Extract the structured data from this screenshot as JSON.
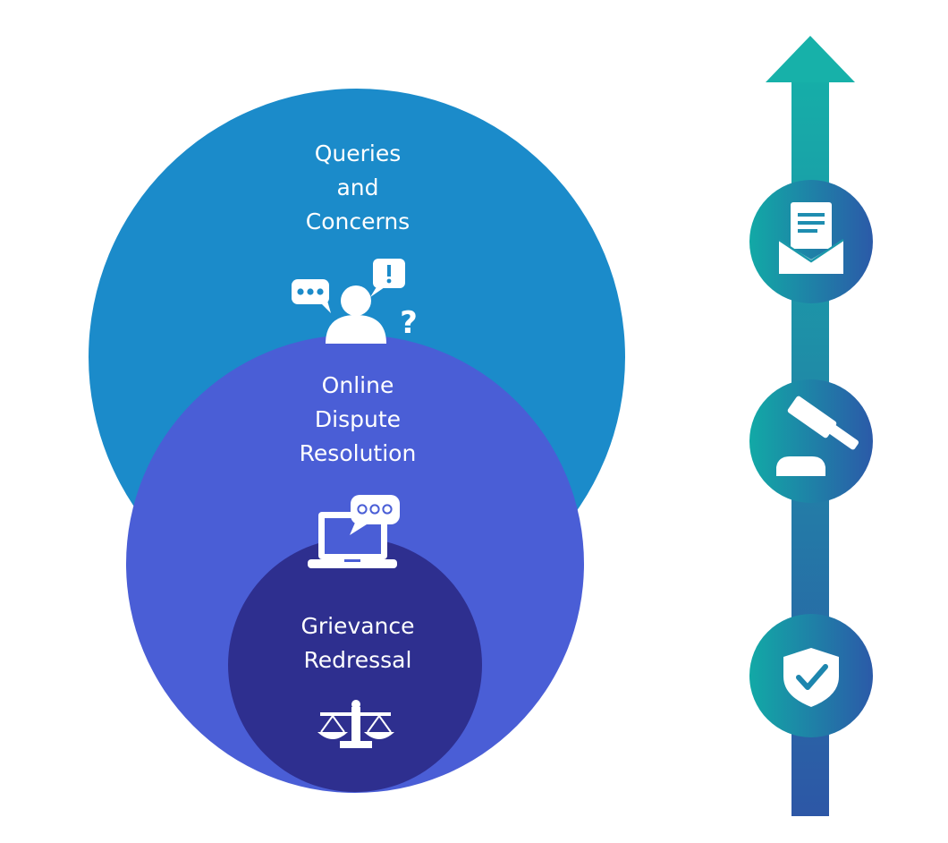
{
  "levels": [
    {
      "line1": "Queries",
      "line2": "and",
      "line3": "Concerns",
      "icon": "person-with-chat-bubbles-icon",
      "color": "#1b8bca"
    },
    {
      "line1": "Online",
      "line2": "Dispute",
      "line3": "Resolution",
      "icon": "laptop-chat-icon",
      "color": "#4a5ed6"
    },
    {
      "line1": "Grievance",
      "line2": "Redressal",
      "icon": "scales-of-justice-icon",
      "color": "#2e2f8f"
    }
  ],
  "escalation": {
    "direction": "up",
    "gradient_top": "#17b0a8",
    "gradient_bottom": "#2e59a5",
    "steps": [
      {
        "icon": "envelope-document-icon"
      },
      {
        "icon": "gavel-icon"
      },
      {
        "icon": "shield-check-icon"
      }
    ]
  }
}
